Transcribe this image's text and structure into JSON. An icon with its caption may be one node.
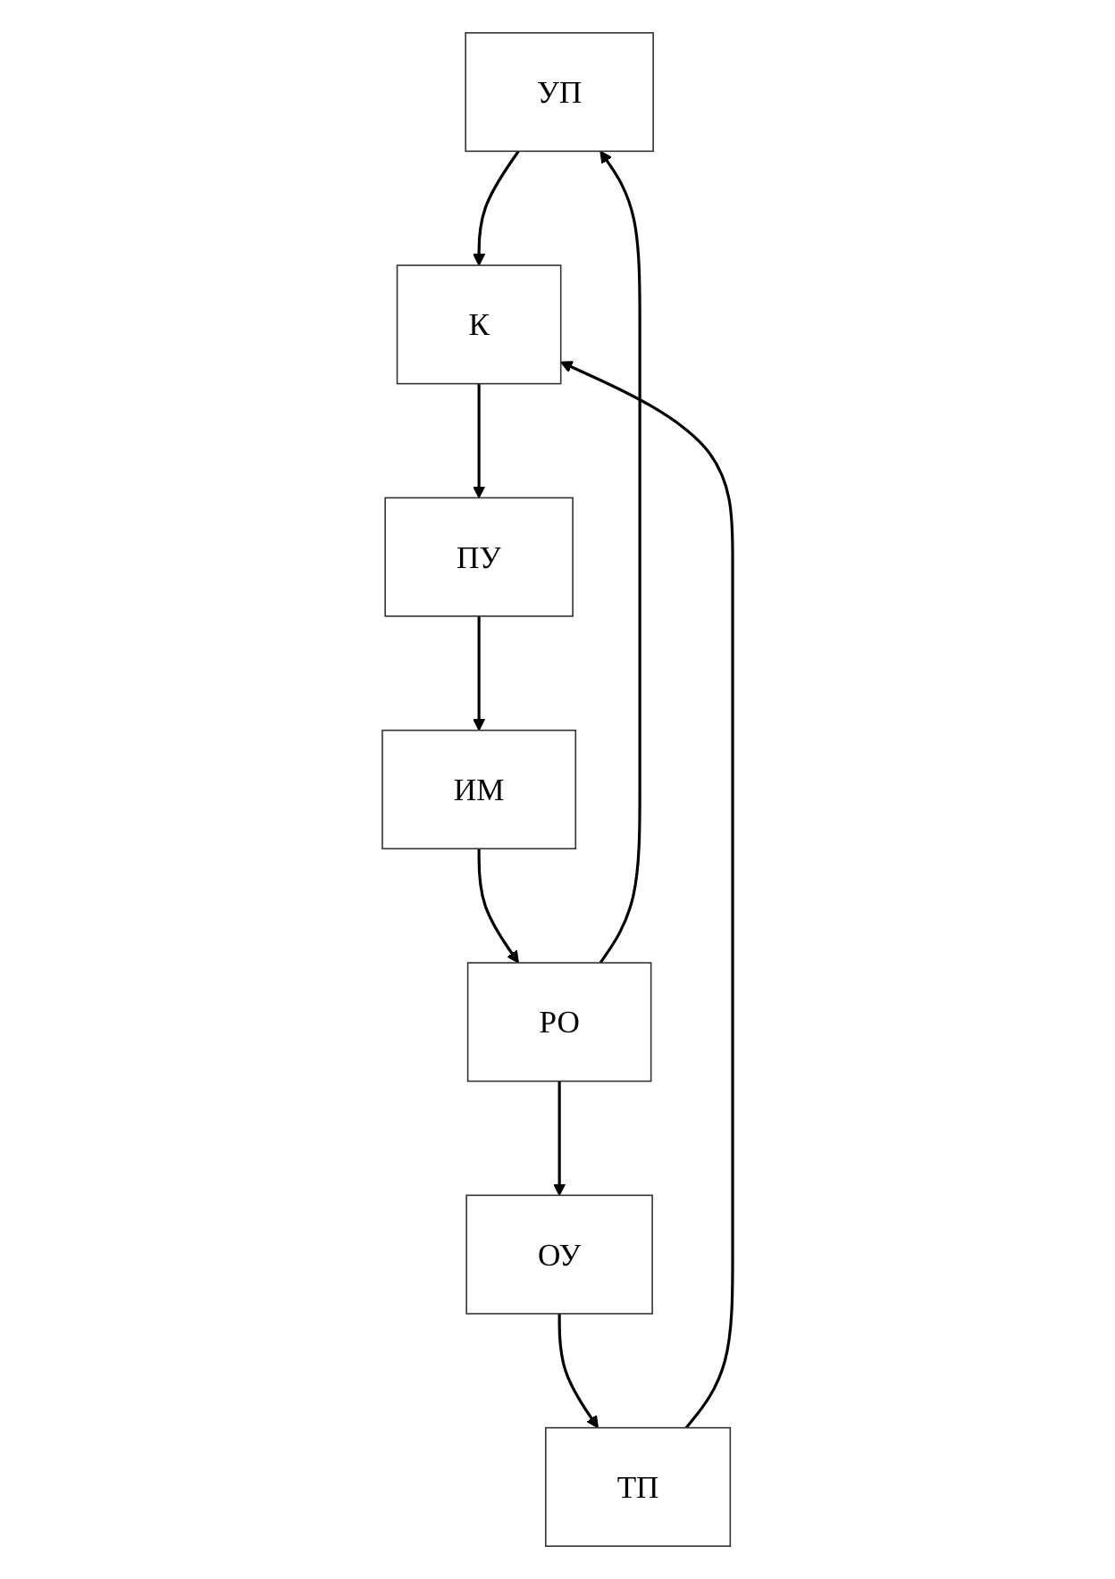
{
  "diagram": {
    "nodes": [
      {
        "text": [
          "УП"
        ]
      },
      {
        "text": [
          "РО"
        ]
      },
      {
        "text": [
          "ИМ"
        ]
      },
      {
        "text": [
          "ОУ"
        ]
      },
      {
        "text": [
          "ПУ"
        ]
      },
      {
        "text": [
          "ТП"
        ]
      },
      {
        "text": [
          "К"
        ]
      }
    ],
    "edges": [
      {
        "from": 1,
        "to": 0,
        "arrow": "to"
      },
      {
        "from": 2,
        "to": 1,
        "arrow": "to"
      },
      {
        "from": 1,
        "to": 3,
        "arrow": "to"
      },
      {
        "from": 3,
        "to": 5,
        "arrow": "to"
      },
      {
        "from": 5,
        "to": 6,
        "arrow": "to"
      },
      {
        "from": 0,
        "to": 6,
        "arrow": "to"
      },
      {
        "from": 6,
        "to": 4,
        "arrow": "to"
      },
      {
        "from": 4,
        "to": 2,
        "arrow": "to"
      }
    ]
  }
}
